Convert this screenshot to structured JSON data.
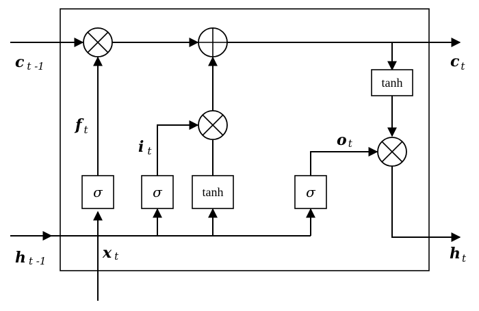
{
  "state_in": {
    "symbol": "c",
    "subscript": "t -1"
  },
  "state_out": {
    "symbol": "c",
    "subscript": "t"
  },
  "hidden_in": {
    "symbol": "h",
    "subscript": "t -1"
  },
  "hidden_out": {
    "symbol": "h",
    "subscript": "t"
  },
  "input": {
    "symbol": "x",
    "subscript": "t"
  },
  "forget_gate": {
    "symbol": "f",
    "subscript": "t",
    "activation": "σ"
  },
  "input_gate": {
    "symbol": "i",
    "subscript": "t",
    "activation": "σ"
  },
  "candidate": {
    "activation": "tanh"
  },
  "output_gate": {
    "symbol": "o",
    "subscript": "t",
    "activation": "σ"
  },
  "state_tanh": {
    "activation": "tanh"
  },
  "operators": {
    "multiply": "multiply-icon",
    "add": "plus-icon"
  }
}
